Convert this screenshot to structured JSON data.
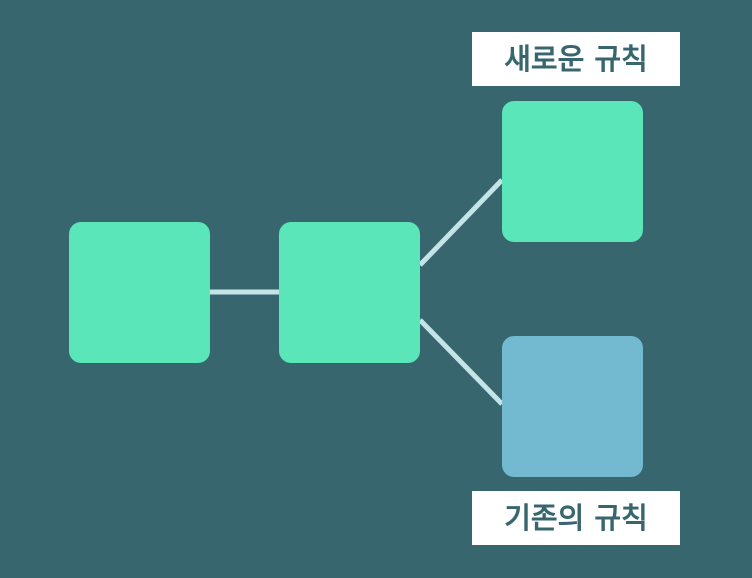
{
  "colors": {
    "background": "#37666f",
    "node_active": "#5ae6b9",
    "node_existing": "#73b9d0",
    "connector": "#c5e4e8",
    "label_background": "#ffffff",
    "label_text": "#37666f"
  },
  "labels": {
    "new_rule": "새로운 규칙",
    "existing_rule": "기존의 규칙"
  },
  "nodes": [
    {
      "id": "node-1",
      "style": "active"
    },
    {
      "id": "node-2",
      "style": "active"
    },
    {
      "id": "node-3",
      "style": "active"
    },
    {
      "id": "node-4",
      "style": "existing"
    }
  ],
  "edges": [
    {
      "from": "node-1",
      "to": "node-2"
    },
    {
      "from": "node-2",
      "to": "node-3"
    },
    {
      "from": "node-2",
      "to": "node-4"
    }
  ]
}
